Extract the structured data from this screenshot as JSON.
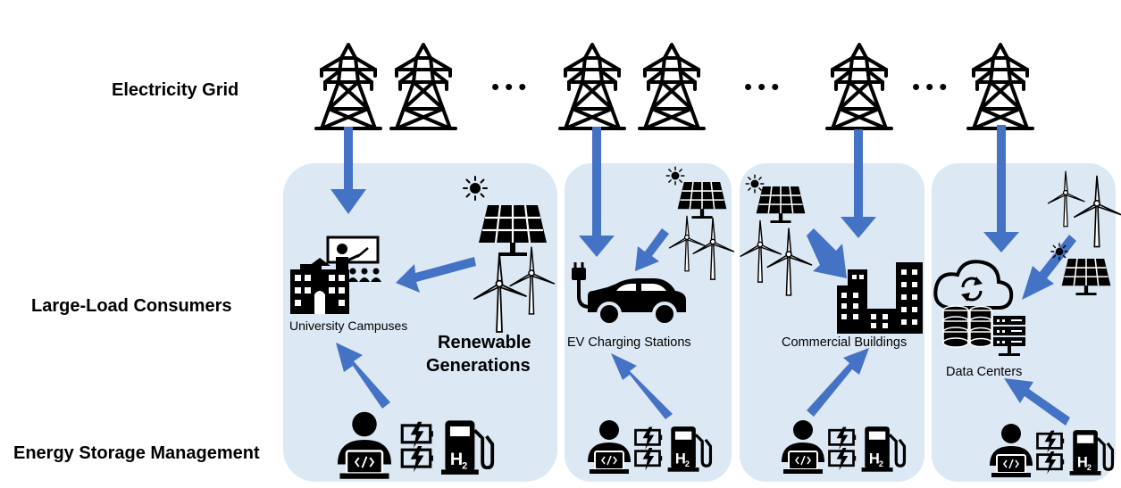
{
  "row_labels": {
    "grid": "Electricity Grid",
    "consumers": "Large-Load Consumers",
    "storage": "Energy Storage Management"
  },
  "renewable_label": {
    "line1": "Renewable",
    "line2": "Generations"
  },
  "panels": [
    {
      "label": "University Campuses"
    },
    {
      "label": "EV Charging Stations"
    },
    {
      "label": "Commercial Buildings"
    },
    {
      "label": "Data Centers"
    }
  ],
  "ellipsis": "•••",
  "hydrogen": {
    "symbol": "H",
    "subscript": "2"
  },
  "colors": {
    "panel_bg": "#dde8f5",
    "arrow": "#4472c4",
    "icon": "#000000"
  }
}
